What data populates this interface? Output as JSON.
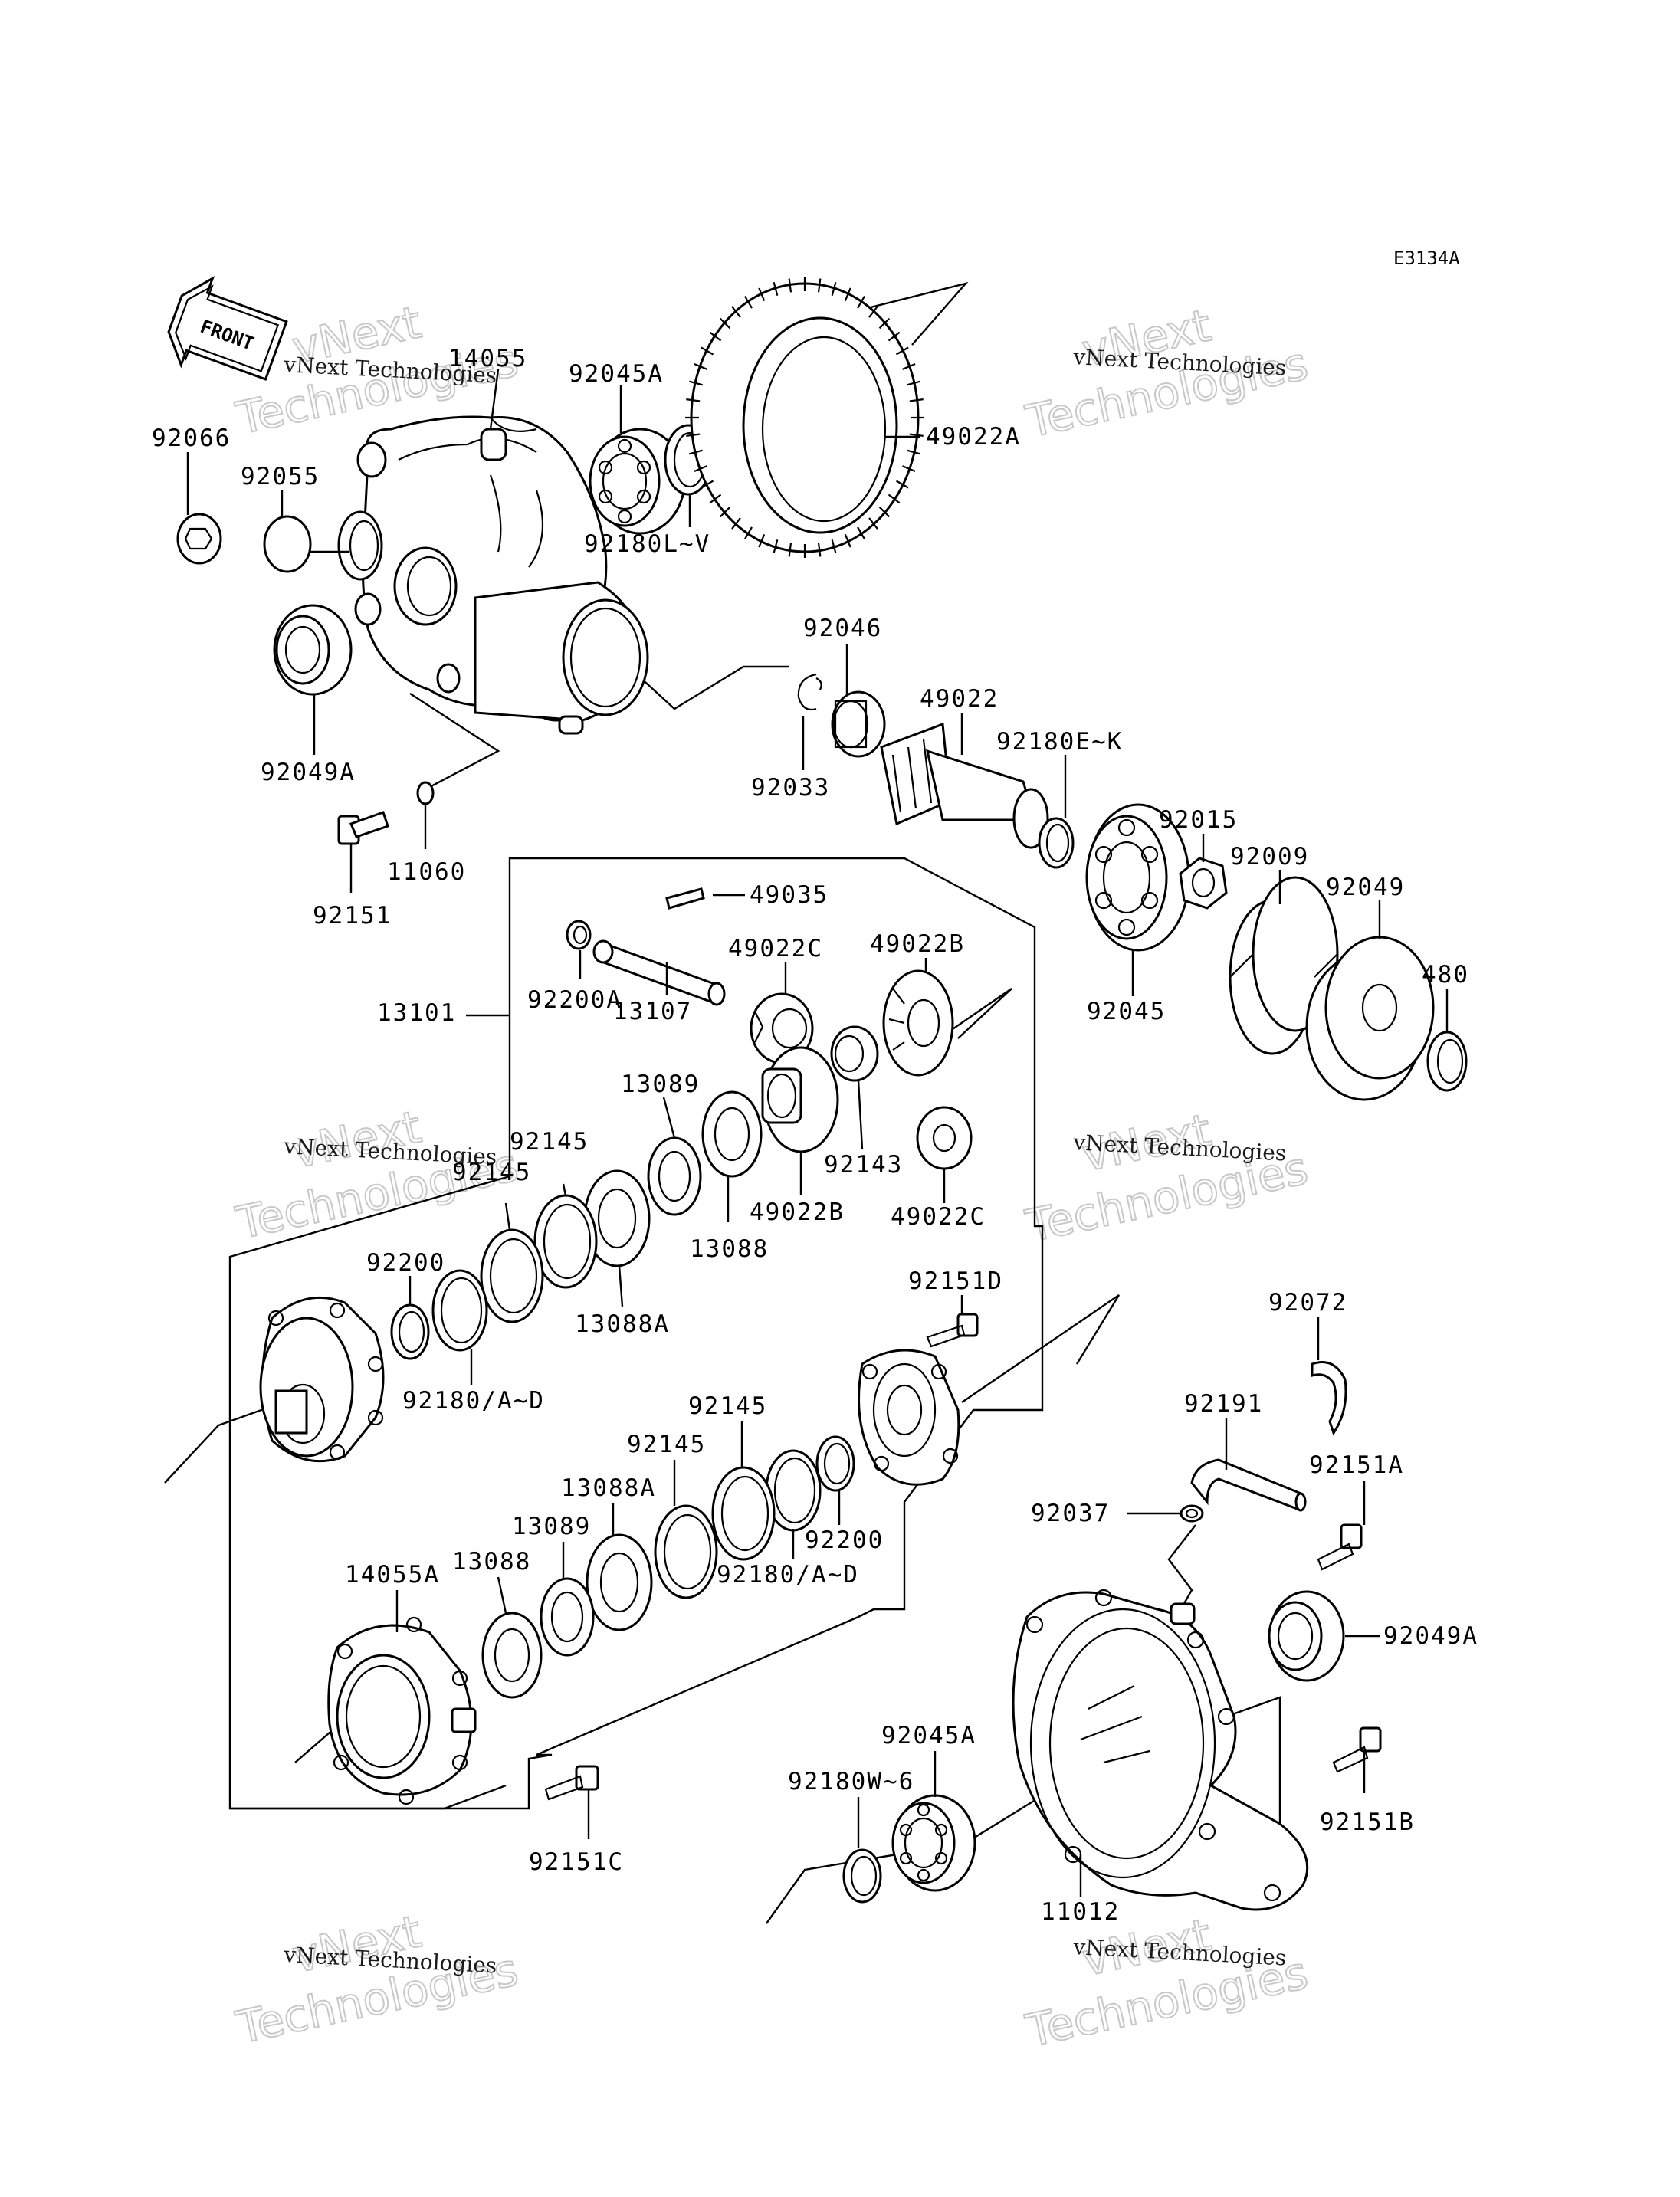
{
  "diagram_code": "E3134A",
  "front_label": "FRONT",
  "watermark": {
    "line1": "vNext",
    "line2": "vNext Technologies",
    "line3": "Technologies"
  },
  "labels": {
    "p14055": "14055",
    "p92045A_top": "92045A",
    "p49022A": "49022A",
    "p92066": "92066",
    "p92055": "92055",
    "p92180LV": "92180L~V",
    "p92049A_left": "92049A",
    "p92046": "92046",
    "p49022": "49022",
    "p92180EK": "92180E~K",
    "p92033": "92033",
    "p11060": "11060",
    "p92151": "92151",
    "p92015": "92015",
    "p92009": "92009",
    "p92049": "92049",
    "p480": "480",
    "p49035": "49035",
    "p49022C_top": "49022C",
    "p49022B_top": "49022B",
    "p13101": "13101",
    "p92200A": "92200A",
    "p13107": "13107",
    "p92045_right": "92045",
    "p13089_top": "13089",
    "p92145_a": "92145",
    "p92145_b": "92145",
    "p92143": "92143",
    "p49022B_mid": "49022B",
    "p49022C_mid": "49022C",
    "p13088_top": "13088",
    "p92200_left": "92200",
    "p13088A_top": "13088A",
    "p92180AD_left": "92180/A~D",
    "p92151D": "92151D",
    "p92072": "92072",
    "p92191": "92191",
    "p92151A": "92151A",
    "p92145_c": "92145",
    "p92145_d": "92145",
    "p13088A_low": "13088A",
    "p13089_low": "13089",
    "p13088_low": "13088",
    "p14055A": "14055A",
    "p92200_right": "92200",
    "p92180AD_right": "92180/A~D",
    "p92037": "92037",
    "p92049A_right": "92049A",
    "p92045A_low": "92045A",
    "p92180W6": "92180W~6",
    "p92151B": "92151B",
    "p92151C": "92151C",
    "p11012": "11012"
  }
}
